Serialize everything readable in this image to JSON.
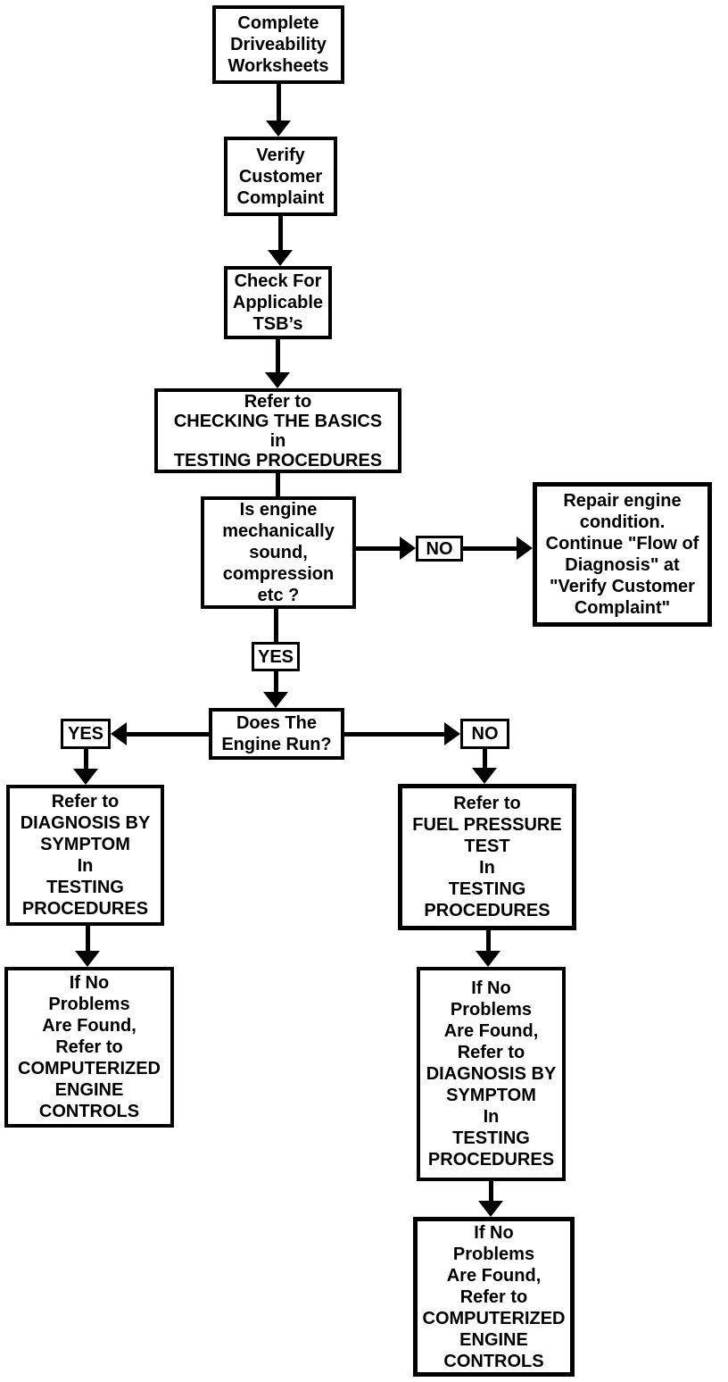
{
  "page": {
    "background_color": "#ffffff",
    "ink_color": "#000000"
  },
  "nodes": {
    "complete": [
      "Complete",
      "Driveability",
      "Worksheets"
    ],
    "verify": [
      "Verify",
      "Customer",
      "Complaint"
    ],
    "tsb": [
      "Check For",
      "Applicable",
      "TSB’s"
    ],
    "basics": [
      "Refer to",
      "CHECKING THE BASICS",
      "in",
      "TESTING PROCEDURES"
    ],
    "engine_sound": [
      "Is engine",
      "mechanically",
      "sound,",
      "compression",
      "etc ?"
    ],
    "no1": "NO",
    "repair": [
      "Repair engine",
      "condition.",
      "Continue \"Flow of",
      "Diagnosis\" at",
      "\"Verify Customer",
      "Complaint\""
    ],
    "yes1": "YES",
    "engine_run": [
      "Does The",
      "Engine Run?"
    ],
    "yes2": "YES",
    "no2": "NO",
    "left_symptom": [
      "Refer to",
      "DIAGNOSIS BY",
      "SYMPTOM",
      "In",
      "TESTING",
      "PROCEDURES"
    ],
    "left_controls": [
      "If No",
      "Problems",
      "Are Found,",
      "Refer to",
      "COMPUTERIZED",
      "ENGINE",
      "CONTROLS"
    ],
    "right_fuel": [
      "Refer to",
      "FUEL PRESSURE",
      "TEST",
      "In",
      "TESTING",
      "PROCEDURES"
    ],
    "right_symptom": [
      "If No",
      "Problems",
      "Are Found,",
      "Refer to",
      "DIAGNOSIS BY",
      "SYMPTOM",
      "In",
      "TESTING",
      "PROCEDURES"
    ],
    "right_controls": [
      "If No",
      "Problems",
      "Are Found,",
      "Refer to",
      "COMPUTERIZED",
      "ENGINE",
      "CONTROLS"
    ]
  }
}
